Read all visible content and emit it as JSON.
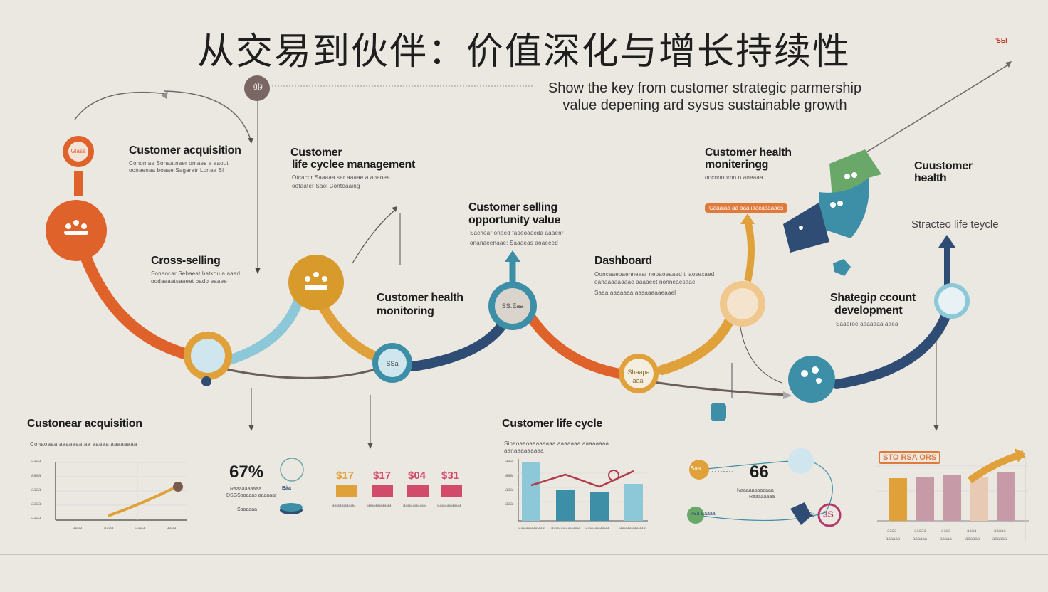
{
  "header": {
    "title": "从交易到伙伴：价值深化与增长持续性",
    "corner_mark": "ѢЫ",
    "badge_text": " ǵ]ȝ",
    "subtitle_line1": "Show the key from customer strategic parmership",
    "subtitle_line2": "value depening ard sysus sustainable growth"
  },
  "stages": {
    "acquisition": {
      "label": "Customer acquisition",
      "desc1": "Conomae Sonaatnaer omaes a aaout",
      "desc2": "oonaenaa boaae Sagaratr Lonaa Sl",
      "icon_text": "Glasa"
    },
    "lifecycle_mgmt": {
      "label1": "Customer",
      "label2": "life cyclee management",
      "desc1": "Otcacnr Saaaaa sar aaaae a aoaoee",
      "desc2": "oofaater Saol Conteaaing"
    },
    "cross_selling": {
      "label": "Cross-selling",
      "desc1": "Sonaocar Sebaeat hatkou a aaed",
      "desc2": "oodaaaatsaaeet bado eaaee"
    },
    "opportunity": {
      "label1": "Customer selling",
      "label2": "opportunity value",
      "desc1": "Sachoar onaed faoeoaacda aaaenr",
      "desc2": "onanaeenaae: Saaaeas aoaeeed",
      "node_text": "SS:Eaa"
    },
    "health_mid": {
      "label1": "Customer health",
      "label2": "monitoring",
      "node_text": "SSa"
    },
    "dashboard": {
      "label": "Dashboard",
      "desc1": "Ooncaaeoaenneaar neoaoeaaed ti aosexaed",
      "desc2": "oanaaaaaaaae aaaaeet nonneaesaae",
      "desc3": "Saaa aaaaaaa aasaaaaaeaael",
      "node_text1": "Sbaapa",
      "node_text2": "aaal"
    },
    "health_top": {
      "label1": "Customer health",
      "label2": "moniteringg",
      "desc": "ooconoornn o aoeaaa",
      "pill": "Caaaiaa aa aaa iaacaaaaaes"
    },
    "health_right": {
      "label1": "Cuustomer",
      "label2": "health"
    },
    "strategic_lifecycle": {
      "label": "Stracteo life teycle"
    },
    "account_dev": {
      "label1": "Shategip ccount",
      "label2": "development",
      "desc": "Saaeroe aaaaaaa aaea"
    }
  },
  "panels": {
    "acquisition_chart": {
      "label": "Custonear acquisition",
      "desc": "Conaoaaa aaaaaaa aa aaaaa aaaaaaaa",
      "y_ticks": [
        "aaaa",
        "aaaa",
        "aaaa",
        "aaaa",
        "aaaa"
      ],
      "x_ticks": [
        "aaaa",
        "aaaa",
        "aaaa",
        "aaaa"
      ]
    },
    "stat_67": {
      "value": "67%",
      "caption1": "Raaaaaaaaaa",
      "caption2": "DSGSaaaaas aaaaaar",
      "caption3": "Saaaaaa",
      "badge": "Bàa"
    },
    "value_bars": {
      "labels": [
        "$17",
        "$17",
        "$04",
        "$31"
      ],
      "colors": [
        "#e0a13a",
        "#d24b6a",
        "#d24b6a",
        "#d24b6a"
      ],
      "caption": "aaaaaaaaaa"
    },
    "lifecycle_chart": {
      "label": "Customer life cycle",
      "desc1": "Sinaoaaoaaaaaaaa aaaaaaa aaaaaaaa",
      "desc2": "aanaaaaaaaaa",
      "y_ticks": [
        "aaa",
        "aaa",
        "aaa",
        "aaa"
      ],
      "x_ticks": [
        "aaaaaaaaaaa",
        "aaaaaaaaaaaa",
        "aaaaaaaaaa",
        "aaaaaaaaaaa"
      ],
      "chart_data": {
        "type": "bar",
        "values": [
          82,
          43,
          40,
          52
        ],
        "line": [
          20,
          35,
          18,
          40
        ]
      }
    },
    "stat_66": {
      "value": "66",
      "caption1": "Naaaaaaaaaaaa",
      "caption2": "Raaaaaaaa",
      "node1": "Saa",
      "node2": "7Sa Saaaa",
      "node3": "Sc",
      "node4": "3S"
    },
    "right_chart": {
      "label": "STO RSA ORS",
      "values": [
        60,
        62,
        64,
        62,
        68
      ],
      "colors": [
        "#e0a13a",
        "#c79aa8",
        "#c79aa8",
        "#e8c9b3",
        "#c79aa8"
      ],
      "x_ticks": [
        "aaaa",
        "aaaaa",
        "aaaa",
        "aaaa",
        "aaaaa"
      ],
      "x_ticks2": [
        "aaaaaa",
        "aaaaaa",
        "aaaaa",
        "aaaaaa",
        "aaaaaa"
      ]
    }
  },
  "colors": {
    "orange": "#e0622b",
    "blue_light": "#8cc8d8",
    "gold": "#e0a13a",
    "teal": "#3d8fa8",
    "navy": "#2f4d74",
    "green": "#6aa86a"
  }
}
